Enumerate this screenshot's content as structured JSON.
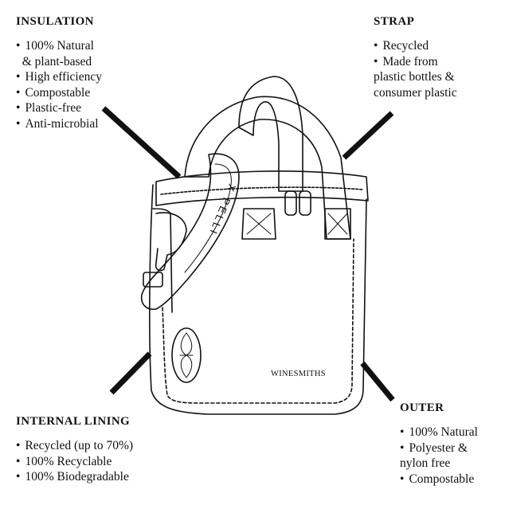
{
  "insulation": {
    "heading": "INSULATION",
    "items": [
      {
        "text": "100% Natural",
        "cont": false
      },
      {
        "text": "  & plant-based",
        "cont": true
      },
      {
        "text": "High efficiency",
        "cont": false
      },
      {
        "text": "Compostable",
        "cont": false
      },
      {
        "text": "Plastic-free",
        "cont": false
      },
      {
        "text": "Anti-microbial",
        "cont": false
      }
    ]
  },
  "strap": {
    "heading": "STRAP",
    "items": [
      {
        "text": "Recycled",
        "cont": false
      },
      {
        "text": "Made from",
        "cont": false
      },
      {
        "text": "plastic bottles &",
        "cont": true
      },
      {
        "text": "consumer plastic",
        "cont": true
      }
    ]
  },
  "internal_lining": {
    "heading": "INTERNAL LINING",
    "items": [
      {
        "text": "Recycled (up to 70%)",
        "cont": false
      },
      {
        "text": "100% Recyclable",
        "cont": false
      },
      {
        "text": "100% Biodegradable",
        "cont": false
      }
    ]
  },
  "outer": {
    "heading": "OUTER",
    "items": [
      {
        "text": "100% Natural",
        "cont": false
      },
      {
        "text": "Polyester &",
        "cont": false
      },
      {
        "text": "nylon free",
        "cont": true
      },
      {
        "text": "Compostable",
        "cont": false
      }
    ]
  },
  "bag": {
    "brand_label": "WINESMITHS",
    "strap_brand": "X PELLI"
  }
}
